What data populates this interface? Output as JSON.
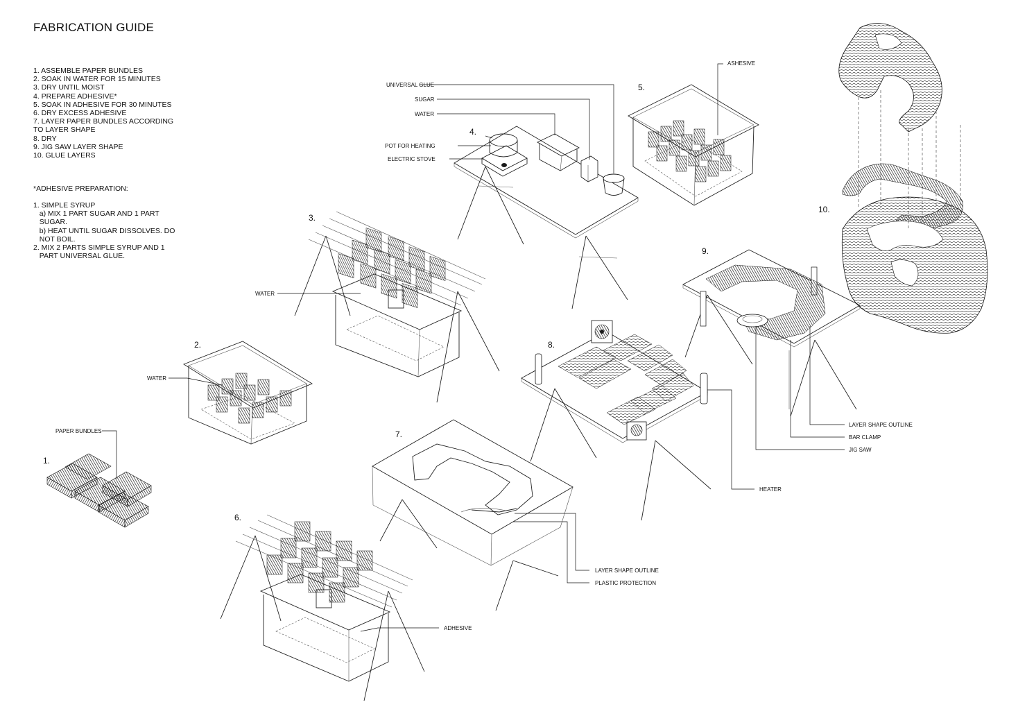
{
  "title": "FABRICATION GUIDE",
  "steps": [
    "1. ASSEMBLE PAPER BUNDLES",
    "2. SOAK IN WATER FOR 15 MINUTES",
    "3. DRY UNTIL MOIST",
    "4. PREPARE ADHESIVE*",
    "5. SOAK IN ADHESIVE FOR 30 MINUTES",
    "6. DRY EXCESS ADHESIVE",
    "7. LAYER PAPER BUNDLES ACCORDING TO LAYER SHAPE",
    "8. DRY",
    "9. JIG SAW LAYER SHAPE",
    "10. GLUE LAYERS"
  ],
  "adhesive_heading": "*ADHESIVE PREPARATION:",
  "adhesive_steps": [
    "1. SIMPLE SYRUP",
    "   a) MIX 1 PART SUGAR AND 1 PART\n   SUGAR.",
    "   b) HEAT UNTIL SUGAR DISSOLVES. DO\n   NOT BOIL.",
    "2. MIX 2 PARTS SIMPLE SYRUP AND 1\n   PART UNIVERSAL GLUE."
  ],
  "step_numbers": [
    "1.",
    "2.",
    "3.",
    "4.",
    "5.",
    "6.",
    "7.",
    "8.",
    "9.",
    "10."
  ],
  "labels": {
    "paper_bundles": "PAPER BUNDLES",
    "water_2": "WATER",
    "water_3": "WATER",
    "universal_glue": "UNIVERSAL GLUE",
    "sugar": "SUGAR",
    "water_4": "WATER",
    "pot_for_heating": "POT FOR HEATING",
    "electric_stove": "ELECTRIC STOVE",
    "ashesive": "ASHESIVE",
    "adhesive_6": "ADHESIVE",
    "layer_shape_outline_7": "LAYER SHAPE OUTLINE",
    "plastic_protection": "PLASTIC PROTECTION",
    "heater": "HEATER",
    "layer_shape_outline_9": "LAYER SHAPE OUTLINE",
    "bar_clamp": "BAR CLAMP",
    "jig_saw": "JIG SAW"
  }
}
